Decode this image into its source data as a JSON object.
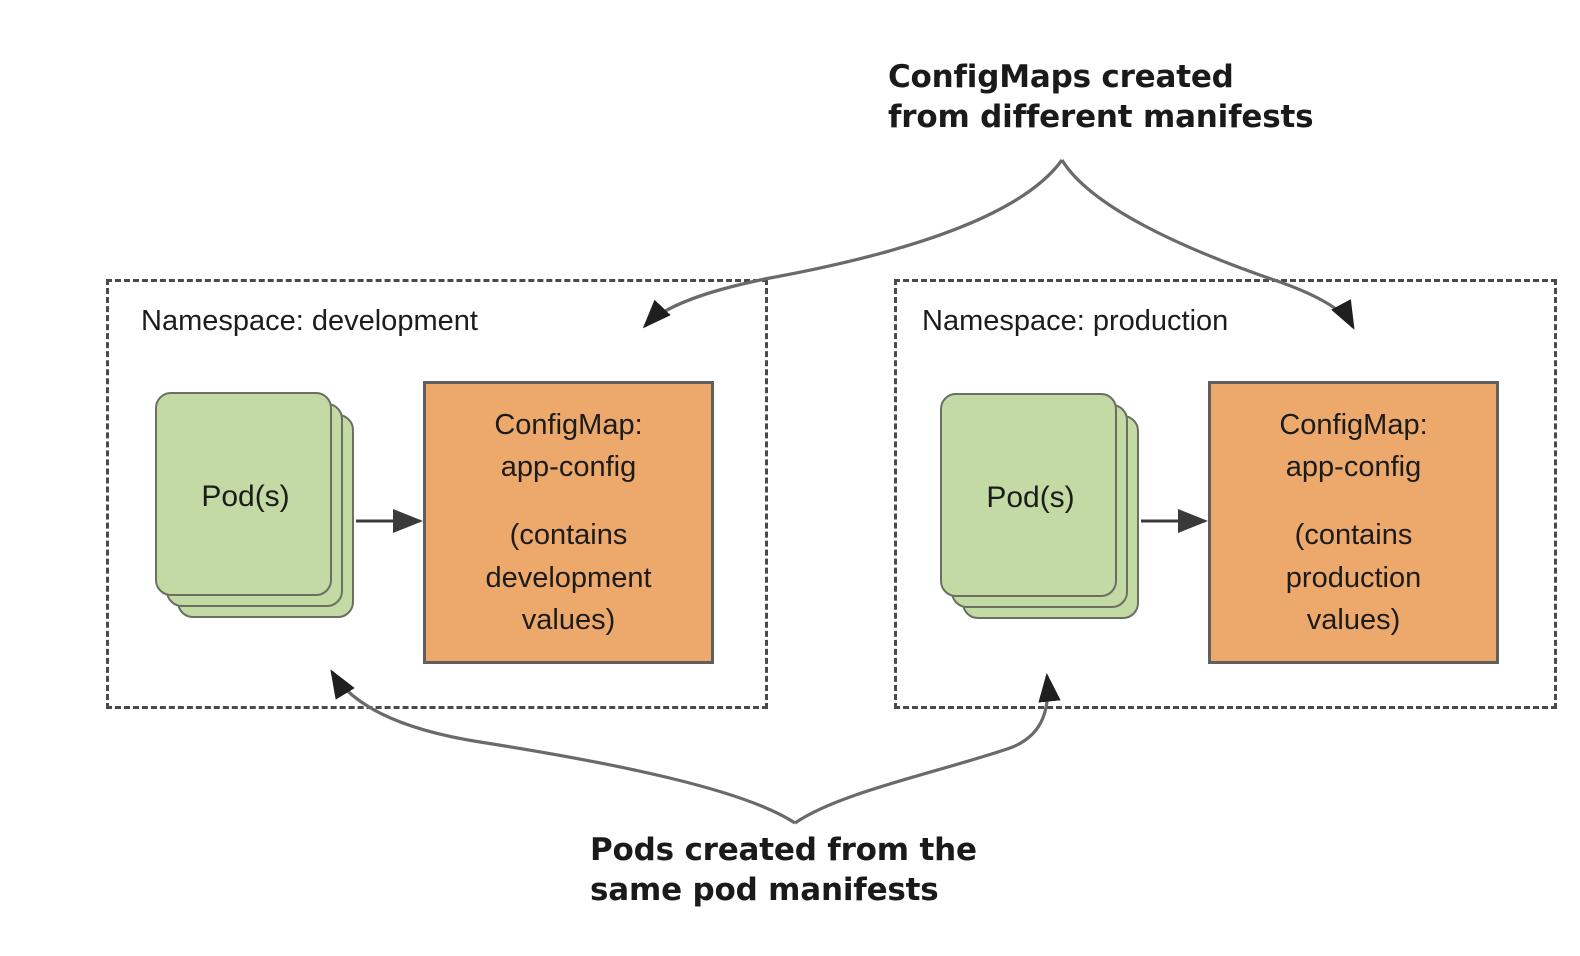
{
  "diagram": {
    "title_top": "ConfigMaps created\nfrom different manifests",
    "title_bottom": "Pods created from the\nsame pod manifests",
    "colors": {
      "pod_fill": "#c3daa4",
      "pod_stroke": "#6b6f62",
      "configmap_fill": "#eda86b",
      "configmap_stroke": "#5f5f5f",
      "namespace_border": "#4a4a4a",
      "arrow": "#5a5a5a",
      "text": "#1c1c1c",
      "background": "#ffffff"
    },
    "namespaces": [
      {
        "id": "development",
        "label": "Namespace: development",
        "pod": {
          "label": "Pod(s)",
          "stack_count": 3
        },
        "configmap": {
          "title": "ConfigMap:\napp-config",
          "subtitle": "(contains\ndevelopment\nvalues)"
        }
      },
      {
        "id": "production",
        "label": "Namespace: production",
        "pod": {
          "label": "Pod(s)",
          "stack_count": 3
        },
        "configmap": {
          "title": "ConfigMap:\napp-config",
          "subtitle": "(contains\nproduction\nvalues)"
        }
      }
    ],
    "connectors": [
      {
        "name": "pod-to-configmap-development",
        "from": "pod-stack-dev",
        "to": "configmap-dev",
        "style": "solid-arrow"
      },
      {
        "name": "pod-to-configmap-production",
        "from": "pod-stack-prod",
        "to": "configmap-prod",
        "style": "solid-arrow"
      },
      {
        "name": "callout-top-to-configmap-development",
        "from": "callout-top",
        "to": "configmap-dev",
        "style": "curved-arrow"
      },
      {
        "name": "callout-top-to-configmap-production",
        "from": "callout-top",
        "to": "configmap-prod",
        "style": "curved-arrow"
      },
      {
        "name": "callout-bottom-to-pod-development",
        "from": "callout-bottom",
        "to": "pod-stack-dev",
        "style": "curved-arrow"
      },
      {
        "name": "callout-bottom-to-pod-production",
        "from": "callout-bottom",
        "to": "pod-stack-prod",
        "style": "curved-arrow"
      }
    ]
  }
}
